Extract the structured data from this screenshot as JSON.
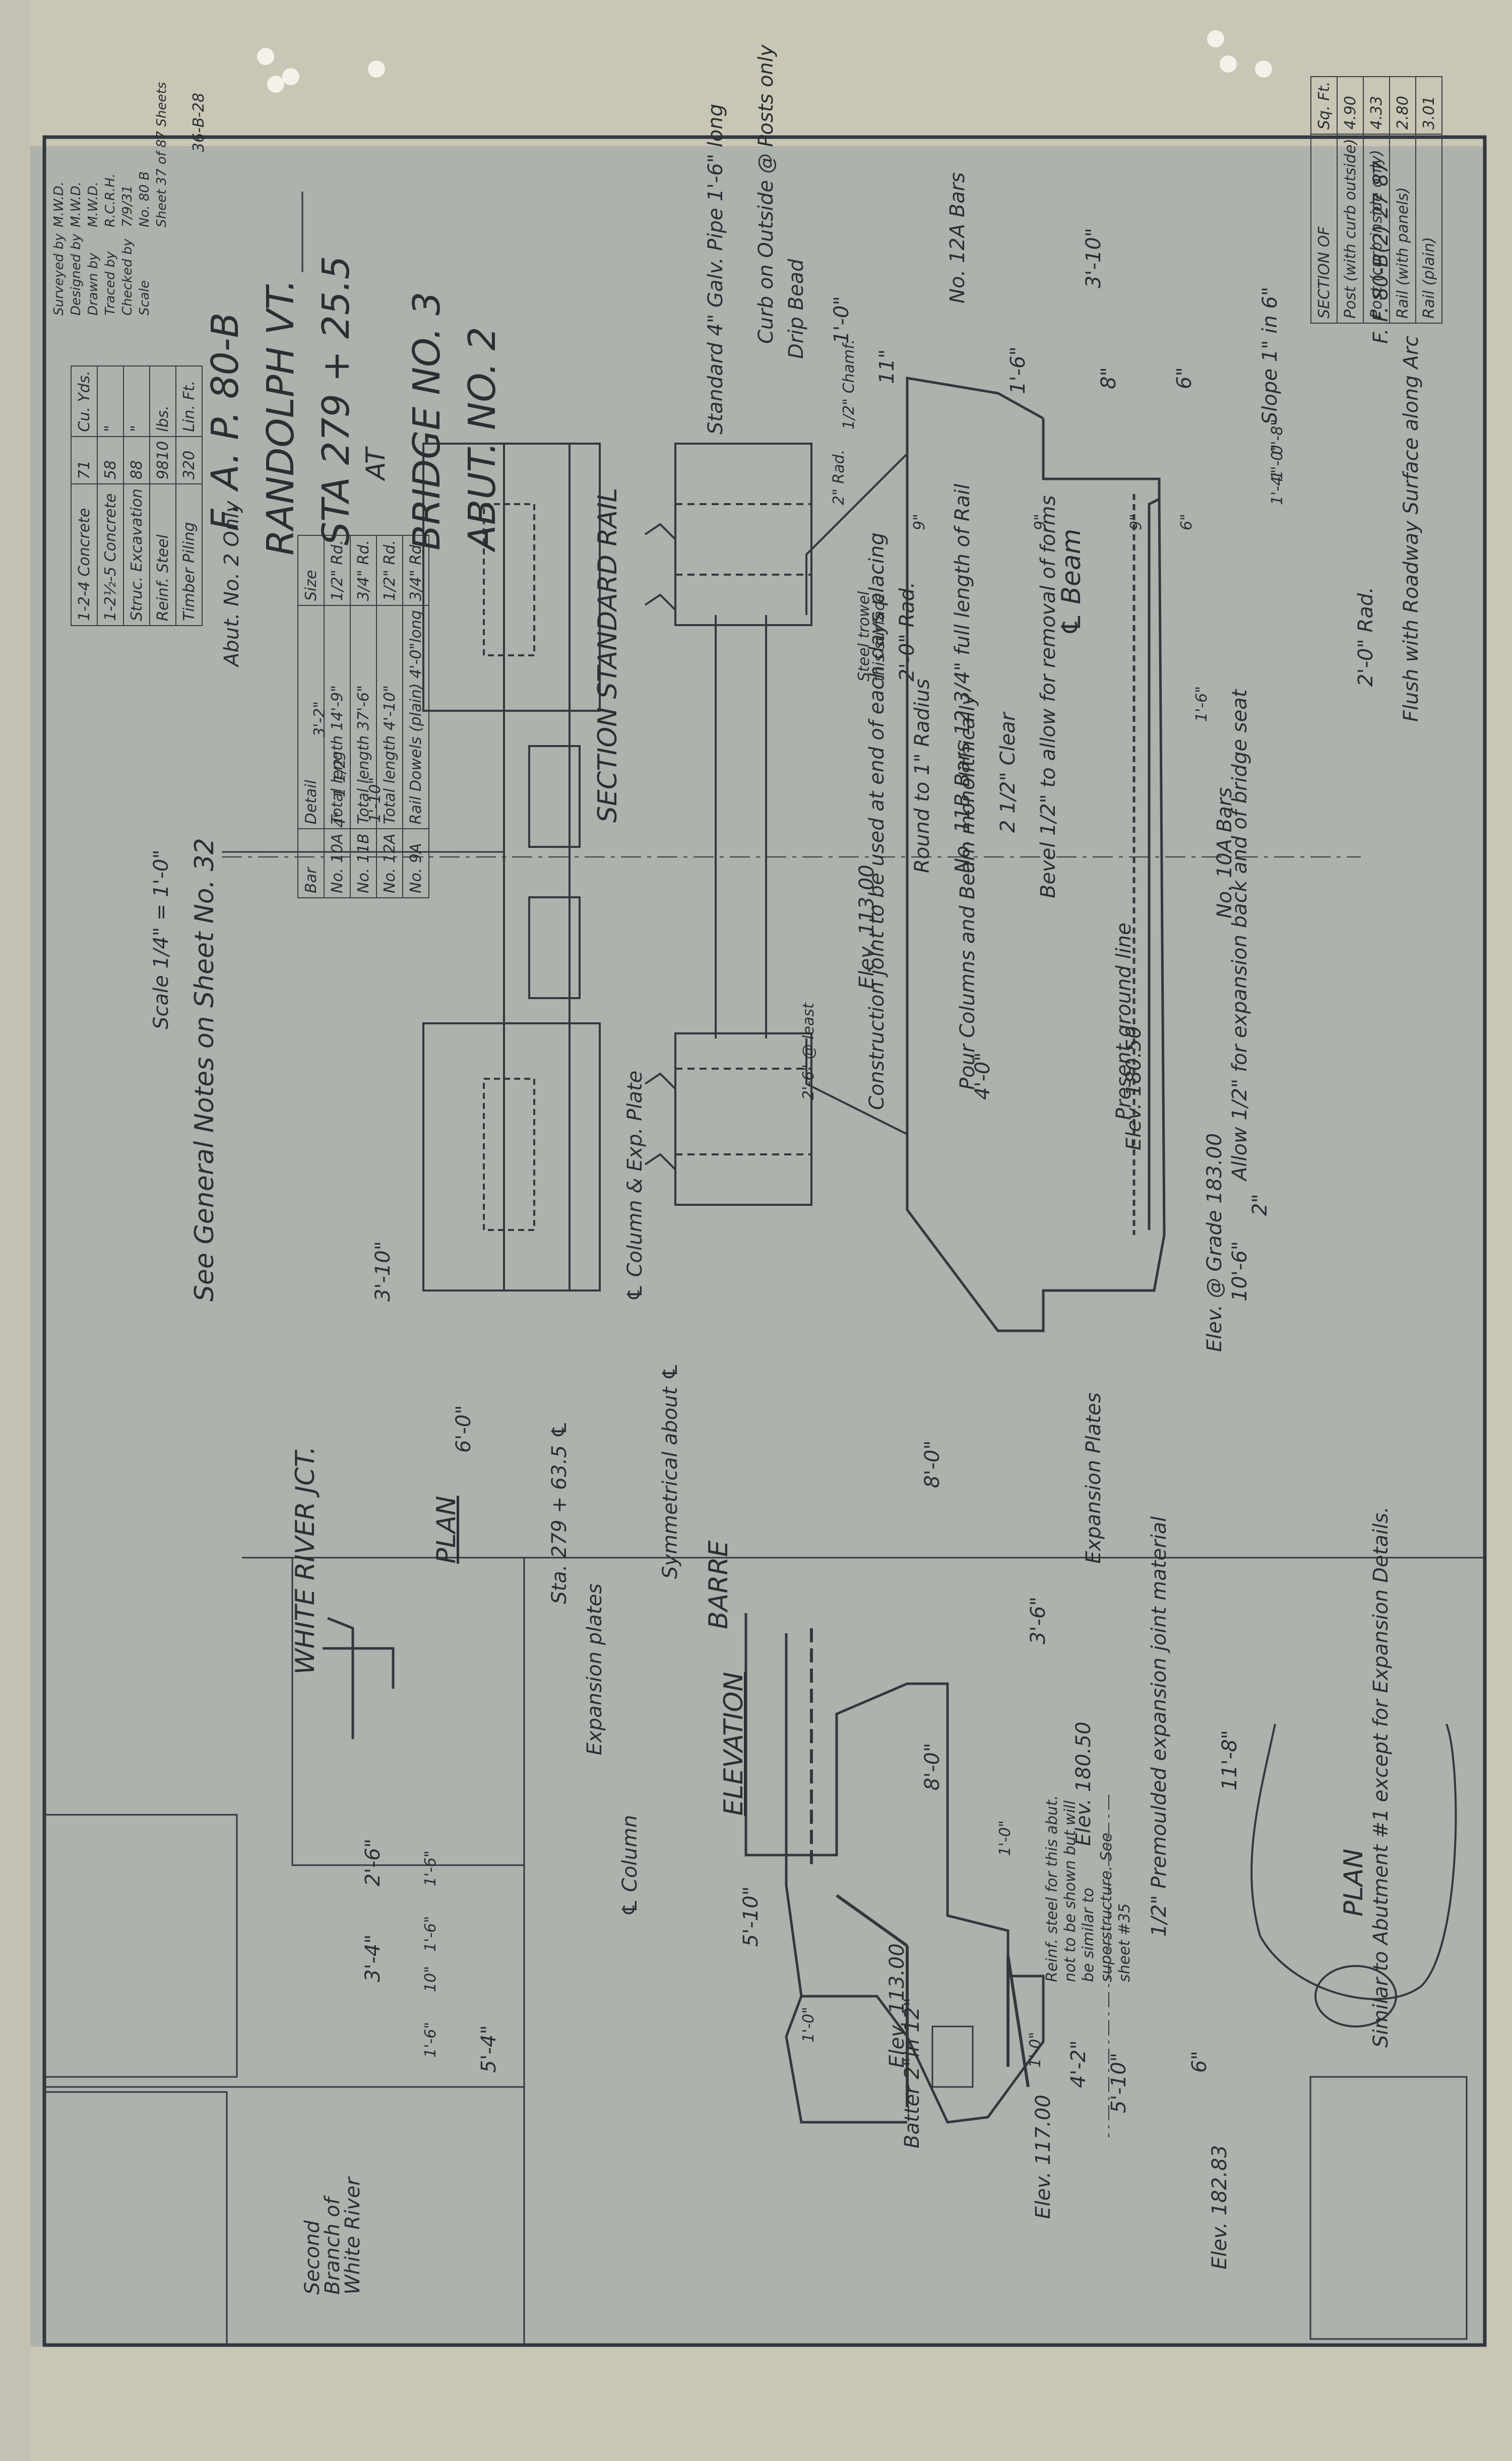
{
  "sheet": {
    "top_stamp": "F. F. 80-B(2) 27  87"
  },
  "abutment_elevation": {
    "note": "Similar to Abutment #1 except for Expansion Details.",
    "title": "ELEVATION",
    "labels": {
      "elev_top": "Elev. 182.83",
      "elev_1": "Elev. 117.00",
      "batter": "Batter 2\"in 12\"",
      "elev_2": "Elev. 113.00",
      "elev_3": "Elev. 113.00",
      "elev_180": "Elev. 180.50",
      "elev_grade": "Elev. @ Grade 183.00",
      "elev_180b": "Elev. 180.50",
      "dim_5_10": "5'-10\"",
      "dim_4_2": "4'-2\"",
      "dim_6": "6\"",
      "dim_1_0a": "1'-0\"",
      "dim_1_0b": "1'-0\"",
      "dim_5_10b": "5'-10\"",
      "dim_1_0c": "1'-0\"",
      "dim_8_0a": "8'-0\"",
      "dim_8_0b": "8'-0\"",
      "dim_11": "11'-8\"",
      "dim_3_6": "3'-6\"",
      "dim_10_6": "10'-6\"",
      "dim_4_0": "4'-0\"",
      "dim_2_6": "2'-6\" @ least",
      "premoulded": "1/2\" Premoulded expansion joint material",
      "reinf_note": "Reinf. steel for this abut. not to be shown but will be similar to superstructure. See sheet #35",
      "exp_plates": "Expansion Plates",
      "column_1": "℄ Column",
      "column_2": "℄ Column & Exp. Plate",
      "barre": "BARRE",
      "symmetrical": "Symmetrical about ℄",
      "allow": "Allow 1/2\" for expansion back and of bridge seat",
      "ground": "Present ground line",
      "pour": "Pour Columns and Beam monolithically",
      "construction": "Construction joint to be used at end of each days placing",
      "dim_2": "2\""
    }
  },
  "abutment_plan": {
    "title": "PLAN",
    "labels": {
      "white_river": "WHITE RIVER JCT.",
      "branch": "Second Branch of White River",
      "sta": "Sta. 279 + 63.5 ℄",
      "exp_plates": "Expansion plates",
      "dim_5_4": "5'-4\"",
      "dim_1_6a": "1'-6\"",
      "dim_10": "10\"",
      "dim_1_6b": "1'-6\"",
      "dim_1_6c": "1'-6\"",
      "dim_3_4": "3'-4\"",
      "dim_2_6": "2'-6\"",
      "dim_6_0": "6'-0\"",
      "dim_3_10": "3'-10\"",
      "general_notes": "See General Notes on Sheet No. 32",
      "scale": "Scale 1/4\" = 1'-0\""
    }
  },
  "rail_section": {
    "title": "SECTION STANDARD RAIL",
    "plan_title": "PLAN",
    "labels": {
      "flush": "Flush with Roadway Surface along Arc",
      "rad_2": "2'-0\" Rad.",
      "no_10a": "No. 10A Bars",
      "bevel": "Bevel 1/2\" to allow for removal of forms",
      "clear": "2 1/2\" Clear",
      "no_11b": "No. 11B Bars 12 3/4\" full length of Rail",
      "round": "Round to 1\" Radius",
      "beam": "℄ Beam",
      "rad_2b": "2'-0\" Rad.",
      "steel_trowel": "Steel trowel this surface",
      "rad_2c": "2\" Rad.",
      "slope": "Slope 1\" in 6\"",
      "chamfer": "1/2\" Chamf.",
      "drip_bead": "Drip Bead",
      "pipe": "Standard 4\" Galv. Pipe 1'-6\" long",
      "curb": "Curb on Outside @ Posts only",
      "no_12a": "No. 12A Bars",
      "dim_1_6": "1'-6\"",
      "dim_11": "11\"",
      "dim_1_6b": "1'-6\"",
      "dim_8": "8\"",
      "dim_6": "6\"",
      "dim_1_0": "1'-0\"",
      "dim_3_10": "3'-10\"",
      "dim_9a": "9\"",
      "dim_9b": "9\"",
      "dim_9c": "9\"",
      "dim_6a": "6\"",
      "dim_1_4": "1'-4\"",
      "dim_1_0b": "1'-0\"",
      "dim_0_8": "0'-8\""
    }
  },
  "section_table": {
    "header": [
      "SECTION OF",
      "Sq. Ft."
    ],
    "rows": [
      [
        "Post (with curb outside)",
        "4.90"
      ],
      [
        "Post (curb inside only)",
        "4.33"
      ],
      [
        "Rail (with panels)",
        "2.80"
      ],
      [
        "Rail (plain)",
        "3.01"
      ]
    ]
  },
  "bar_table": {
    "header": [
      "Bar",
      "Detail",
      "Size"
    ],
    "rows": [
      [
        "No. 10A",
        "Total length 14'-9\"",
        "1/2\" Rd."
      ],
      [
        "No. 11B",
        "Total length 37'-6\"",
        "3/4\" Rd."
      ],
      [
        "No. 12A",
        "Total length 4'-10\"",
        "1/2\" Rd."
      ],
      [
        "No. 9A",
        "Rail Dowels (plain) 4'-0\"long",
        "3/4\" Rd."
      ]
    ],
    "detail_dims": {
      "hook": "1'-10\"",
      "leg": "3'-2\"",
      "a": "4\"",
      "b": "1 1/2\""
    }
  },
  "quantities": {
    "title": "Abut. No. 2 Only",
    "rows": [
      [
        "1-2-4 Concrete",
        "71",
        "Cu. Yds."
      ],
      [
        "1-2½-5 Concrete",
        "58",
        "\""
      ],
      [
        "Struc. Excavation",
        "88",
        "\""
      ],
      [
        "Reinf. Steel",
        "9810",
        "lbs."
      ],
      [
        "Timber Piling",
        "320",
        "Lin. Ft."
      ]
    ]
  },
  "title_block": {
    "line1": "ABUT. NO. 2",
    "line2": "BRIDGE NO. 3",
    "line3": "AT",
    "line4": "STA 279 + 25.5",
    "line5": "RANDOLPH VT.",
    "line6": "F. A. P. 80-B",
    "revision": "36-B-28"
  },
  "credits": {
    "rows": [
      [
        "Surveyed by",
        "M.W.D."
      ],
      [
        "Designed by",
        "M.W.D."
      ],
      [
        "Drawn by",
        "M.W.D."
      ],
      [
        "Traced by",
        "R.C.R.H."
      ],
      [
        "Checked by",
        "7/9/31"
      ],
      [
        "Scale",
        "No. 80 B"
      ],
      [
        "",
        "Sheet 37 of 87 Sheets"
      ]
    ]
  }
}
